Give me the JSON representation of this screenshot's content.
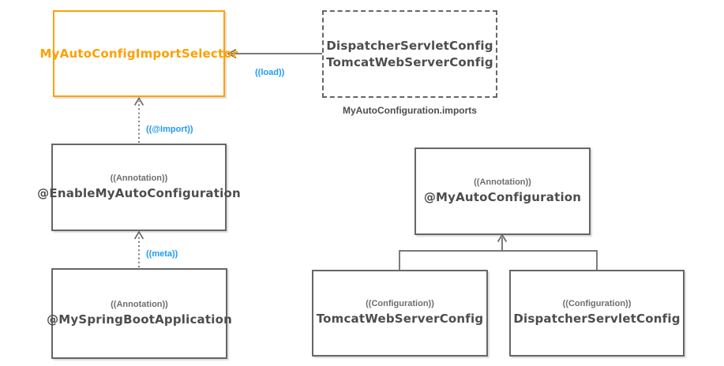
{
  "nodes": {
    "selector": {
      "title": "MyAutoConfigImportSelector"
    },
    "imports_file": {
      "line1": "DispatcherServletConfig",
      "line2": "TomcatWebServerConfig",
      "caption": "MyAutoConfiguration.imports"
    },
    "enable_annotation": {
      "stereotype": "((Annotation))",
      "name": "@EnableMyAutoConfiguration"
    },
    "springboot_app": {
      "stereotype": "((Annotation))",
      "name": "@MySpringBootApplication"
    },
    "auto_configuration": {
      "stereotype": "((Annotation))",
      "name": "@MyAutoConfiguration"
    },
    "tomcat_config": {
      "stereotype": "((Configuration))",
      "name": "TomcatWebServerConfig"
    },
    "dispatcher_config": {
      "stereotype": "((Configuration))",
      "name": "DispatcherServletConfig"
    }
  },
  "edges": {
    "load": {
      "label": "((load))"
    },
    "import": {
      "label": "((@Import))"
    },
    "meta": {
      "label": "((meta))"
    }
  },
  "colors": {
    "accent_orange": "#FFA000",
    "label_blue": "#1E9BF0",
    "line_gray": "#666666",
    "text_gray": "#4D4D4D",
    "background": "#FFFFFF"
  }
}
